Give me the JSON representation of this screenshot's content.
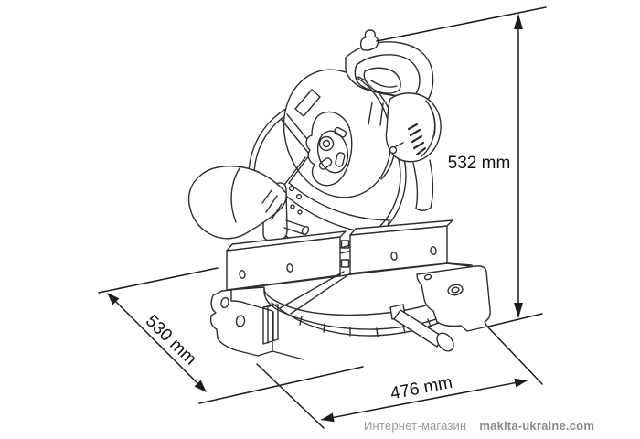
{
  "figure": {
    "type": "technical-line-drawing",
    "subject": "compound miter saw with overall dimensions",
    "dimensions": {
      "height": {
        "label": "532 mm"
      },
      "depth": {
        "label": "530 mm"
      },
      "width": {
        "label": "476 mm"
      }
    }
  },
  "footer": {
    "store_label": "Интернет-магазин",
    "site": "makita-ukraine.com"
  },
  "colors": {
    "line": "#2e2e2e",
    "dimension_line": "#1c1c1c",
    "background": "#ffffff",
    "footer_store": "#9a9a9a",
    "footer_site": "#8a8a8a"
  }
}
